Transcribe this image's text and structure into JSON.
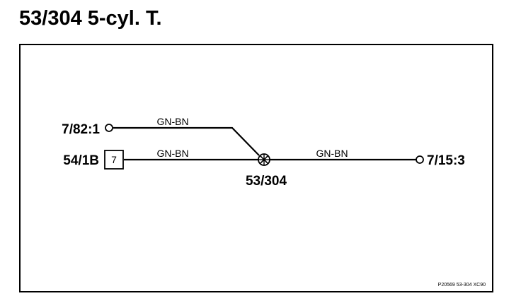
{
  "title": "53/304 5-cyl. T.",
  "connectors": {
    "top_left": "7/82:1",
    "bottom_left": "54/1B",
    "bottom_left_pin": "7",
    "right": "7/15:3"
  },
  "splice": {
    "label": "53/304"
  },
  "wires": {
    "upper_color": "GN-BN",
    "lower_color": "GN-BN",
    "right_color": "GN-BN"
  },
  "reference_code": "P20569  53-304  XC90",
  "colors": {
    "line": "#000000",
    "background": "#ffffff"
  }
}
